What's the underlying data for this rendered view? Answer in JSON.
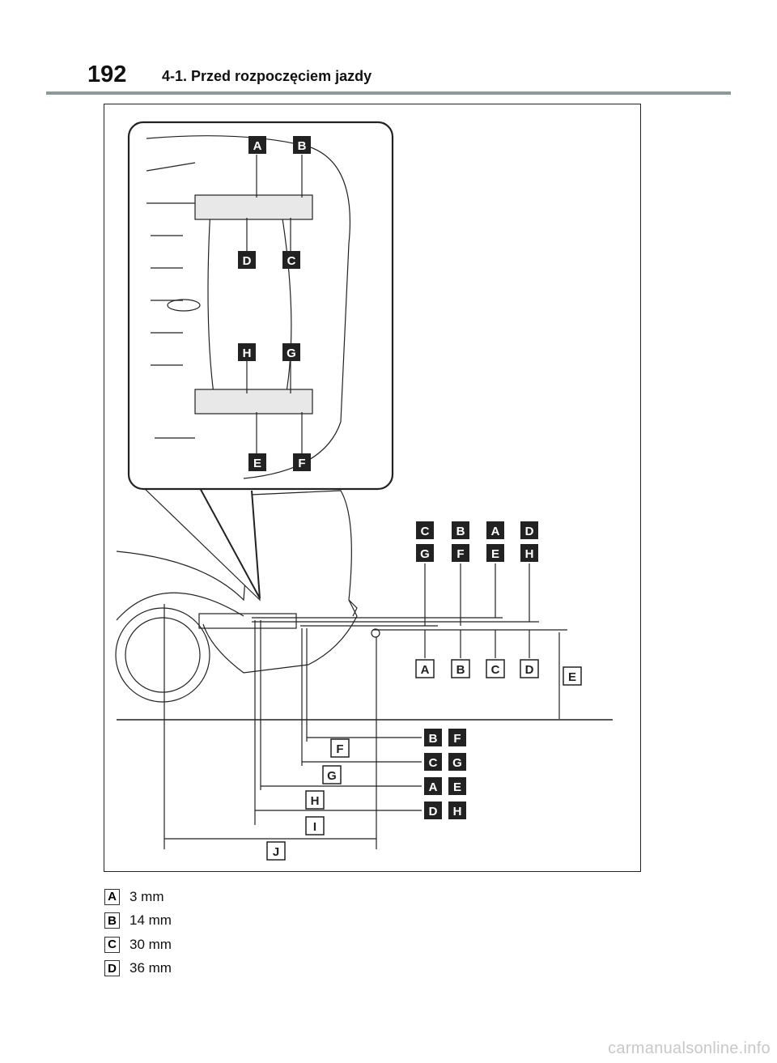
{
  "header": {
    "page_number": "192",
    "section_title": "4-1. Przed rozpoczęciem jazdy"
  },
  "figure": {
    "inset_labels": [
      "A",
      "B",
      "D",
      "C",
      "H",
      "G",
      "E",
      "F"
    ],
    "top_labels": [
      [
        "C",
        "G"
      ],
      [
        "B",
        "F"
      ],
      [
        "A",
        "E"
      ],
      [
        "D",
        "H"
      ]
    ],
    "bottom_labels": [
      "A",
      "B",
      "C",
      "D"
    ],
    "height_label": "E",
    "length_labels": [
      "F",
      "G",
      "H",
      "I",
      "J"
    ],
    "length_pairs": [
      [
        "B",
        "F"
      ],
      [
        "C",
        "G"
      ],
      [
        "A",
        "E"
      ],
      [
        "D",
        "H"
      ]
    ]
  },
  "legend": [
    {
      "key": "A",
      "value": "3 mm"
    },
    {
      "key": "B",
      "value": "14 mm"
    },
    {
      "key": "C",
      "value": "30 mm"
    },
    {
      "key": "D",
      "value": "36 mm"
    }
  ],
  "watermark": "carmanualsonline.info"
}
